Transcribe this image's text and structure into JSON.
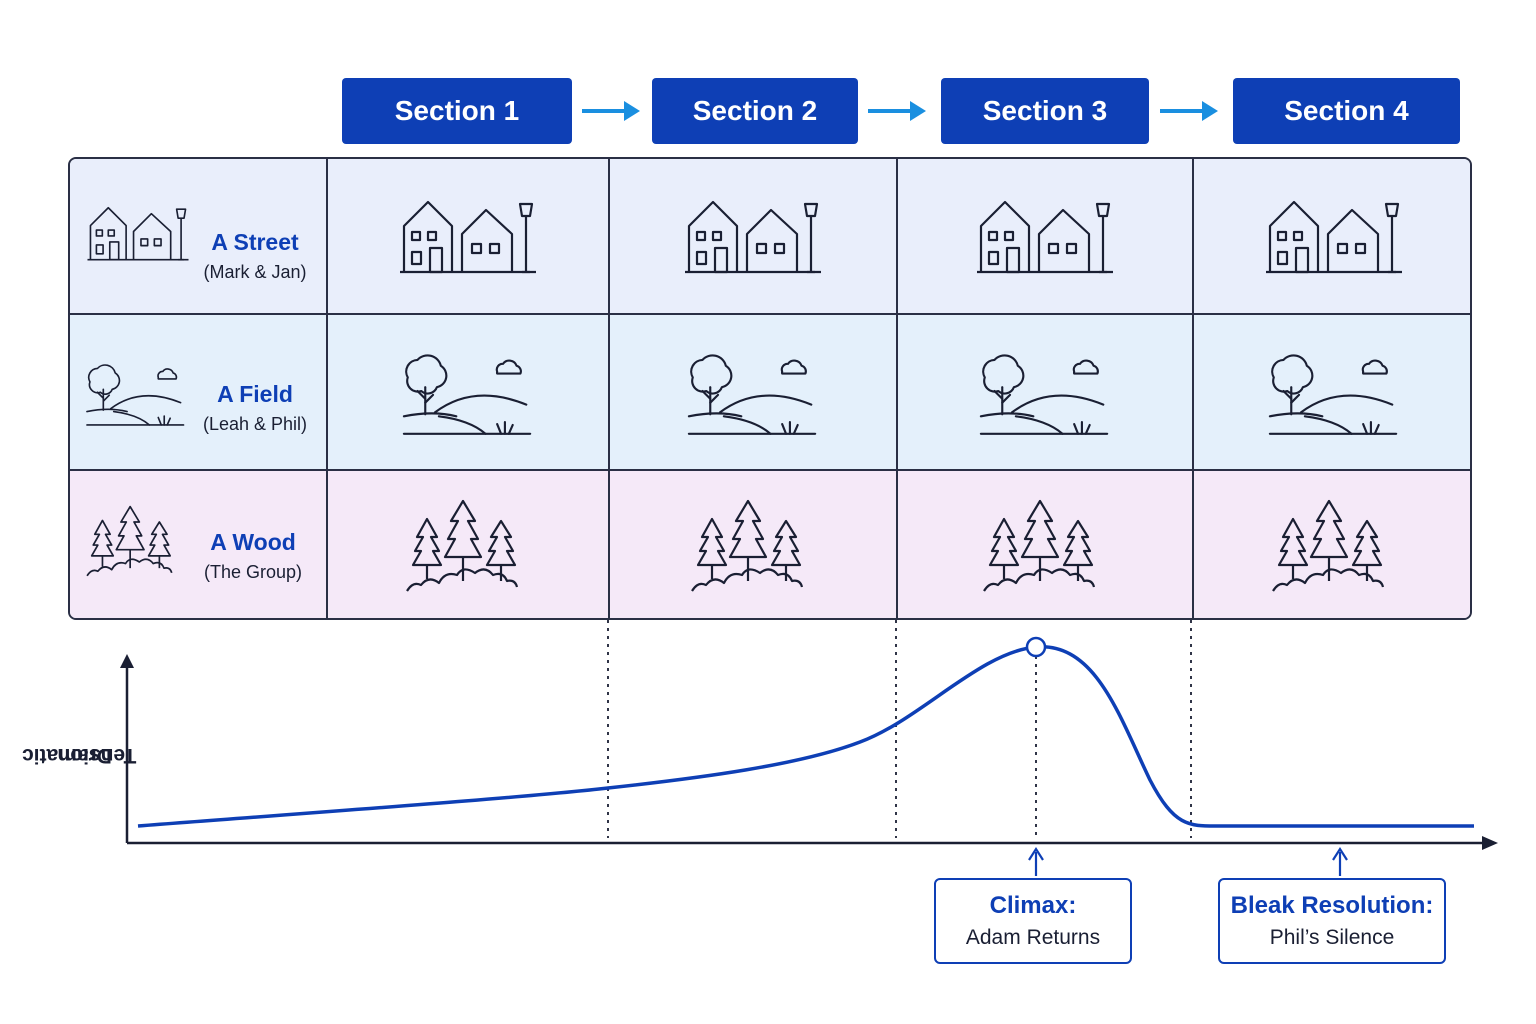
{
  "sections": [
    {
      "label": "Section 1"
    },
    {
      "label": "Section 2"
    },
    {
      "label": "Section 3"
    },
    {
      "label": "Section 4"
    }
  ],
  "rows": [
    {
      "title": "A Street",
      "subtitle": "(Mark & Jan)",
      "icon": "houses-streetlamp-icon"
    },
    {
      "title": "A Field",
      "subtitle": "(Leah & Phil)",
      "icon": "tree-hill-cloud-icon"
    },
    {
      "title": "A Wood",
      "subtitle": "(The Group)",
      "icon": "pine-forest-icon"
    }
  ],
  "chart": {
    "ylabel_line1": "Dramatic",
    "ylabel_line2": "Tension",
    "accent_color": "#0e3fb5"
  },
  "callouts": {
    "climax_title": "Climax:",
    "climax_sub": "Adam Returns",
    "resolution_title": "Bleak Resolution:",
    "resolution_sub": "Phil’s Silence"
  },
  "colors": {
    "header_blue": "#0e3fb5",
    "arrow_blue": "#1a8fe0",
    "street_row": "#e9eefb",
    "field_row": "#e4f0fb",
    "wood_row": "#f5e9f8"
  }
}
